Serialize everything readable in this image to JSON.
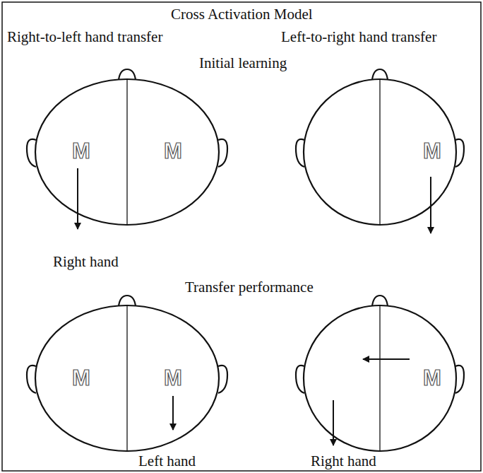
{
  "diagram": {
    "title": "Cross Activation Model",
    "labels": [
      "Right-to-left hand transfer",
      "Left-to-right hand transfer",
      "Initial learning",
      "M",
      "M",
      "M",
      "Right hand",
      "Transfer performance",
      "M",
      "M",
      "M",
      "Left hand",
      "Right hand"
    ]
  }
}
